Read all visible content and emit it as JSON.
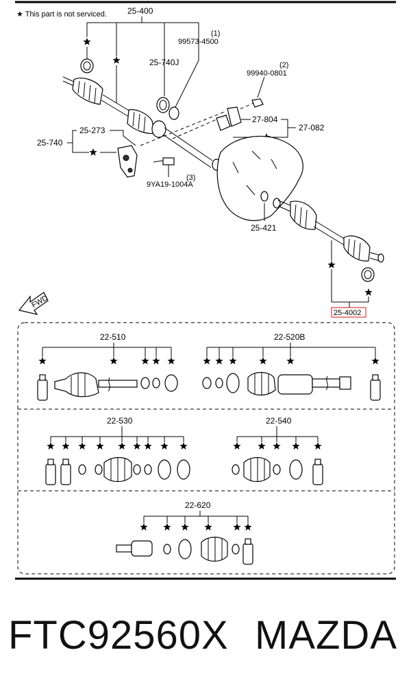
{
  "notice": "★ This part is not serviced.",
  "labels": {
    "shaft_assy": "25-400",
    "kit_1_num": "(1)",
    "kit_1_pn": "99573-4500",
    "bearing": "25-740J",
    "kit_2_num": "(2)",
    "kit_2_pn": "99940-0801",
    "bracket_a": "25-273",
    "bracket_b": "25-740",
    "clip_a": "27-804",
    "clip_b": "27-082",
    "kit_3_num": "(3)",
    "kit_3_pn": "9YA19-1004A",
    "seal": "25-421",
    "shaft_assy_2": "25-4002",
    "fwd": "FWD"
  },
  "kits": {
    "k510": "22-510",
    "k520b": "22-520B",
    "k530": "22-530",
    "k540": "22-540",
    "k620": "22-620"
  },
  "footer": {
    "part_number": "FTC92560X",
    "brand": "MAZDA"
  },
  "colors": {
    "highlight": "#e23b3b",
    "line": "#000000"
  }
}
